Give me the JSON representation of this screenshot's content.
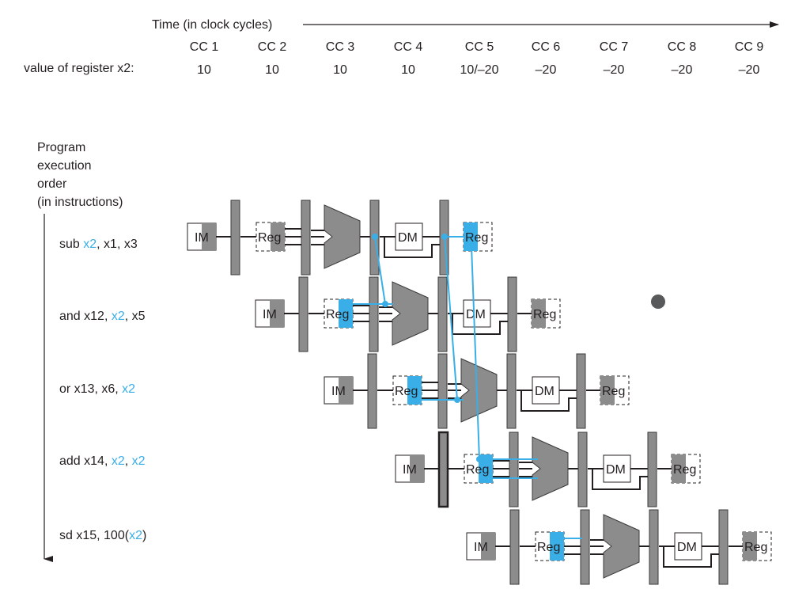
{
  "time_axis": {
    "title": "Time (in clock cycles)",
    "cycles": [
      "CC 1",
      "CC 2",
      "CC 3",
      "CC 4",
      "CC 5",
      "CC 6",
      "CC 7",
      "CC 8",
      "CC 9"
    ],
    "register_label": "value of register x2:",
    "register_values": [
      "10",
      "10",
      "10",
      "10",
      "10/–20",
      "–20",
      "–20",
      "–20",
      "–20"
    ]
  },
  "order_axis": {
    "lines": [
      "Program",
      "execution",
      "order",
      "(in instructions)"
    ]
  },
  "instructions": [
    {
      "parts": [
        {
          "t": "sub ",
          "hl": false
        },
        {
          "t": "x2",
          "hl": true
        },
        {
          "t": ", x1, x3",
          "hl": false
        }
      ]
    },
    {
      "parts": [
        {
          "t": "and x12, ",
          "hl": false
        },
        {
          "t": "x2",
          "hl": true
        },
        {
          "t": ", x5",
          "hl": false
        }
      ]
    },
    {
      "parts": [
        {
          "t": "or x13, x6, ",
          "hl": false
        },
        {
          "t": "x2",
          "hl": true
        }
      ]
    },
    {
      "parts": [
        {
          "t": "add x14, ",
          "hl": false
        },
        {
          "t": "x2",
          "hl": true
        },
        {
          "t": ", ",
          "hl": false
        },
        {
          "t": "x2",
          "hl": true
        }
      ]
    },
    {
      "parts": [
        {
          "t": "sd x15, 100(",
          "hl": false
        },
        {
          "t": "x2",
          "hl": true
        },
        {
          "t": ")",
          "hl": false
        }
      ]
    }
  ],
  "stage_labels": {
    "im": "IM",
    "reg": "Reg",
    "dm": "DM"
  },
  "colors": {
    "highlight": "#3aaee6",
    "unit_gray": "#8c8c8d",
    "ink": "#231f20"
  }
}
